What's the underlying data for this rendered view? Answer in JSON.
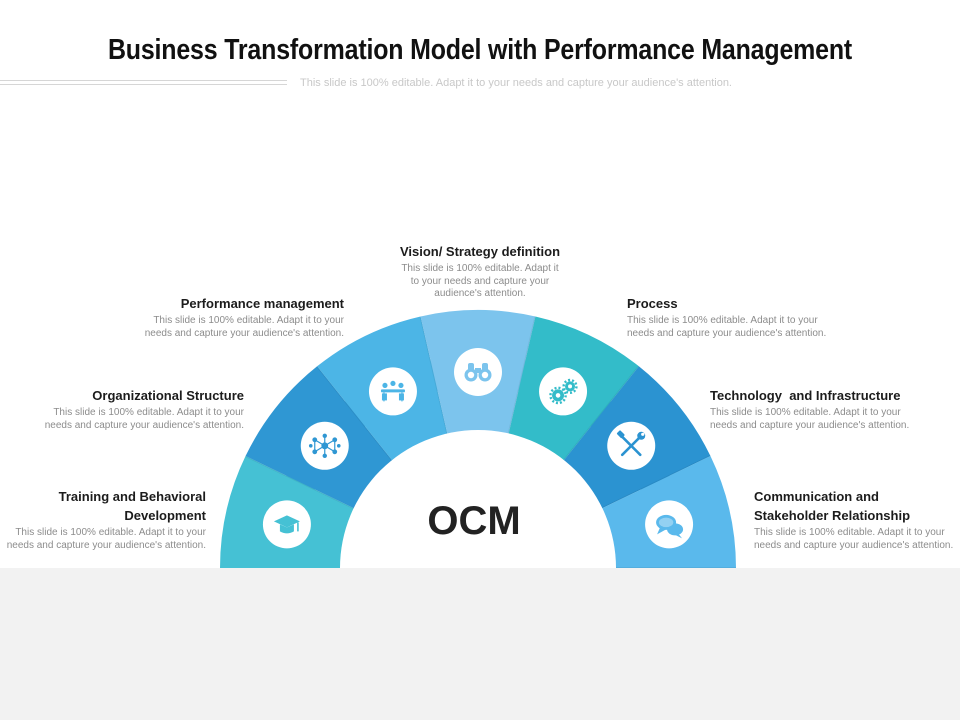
{
  "slide": {
    "title": "Business Transformation Model with Performance Management",
    "subtitle": "This slide is 100% editable. Adapt it to your needs and capture your audience's attention."
  },
  "center": {
    "label": "OCM"
  },
  "segments": [
    {
      "id": "training",
      "title_lines": [
        "Training and Behavioral",
        "Development"
      ],
      "desc_lines": [
        "This slide is 100% editable. Adapt it to your",
        "needs and capture your audience's attention."
      ],
      "color": "#45c1d4",
      "icon": "graduation-cap-icon"
    },
    {
      "id": "organizational",
      "title_lines": [
        "Organizational Structure"
      ],
      "desc_lines": [
        "This slide is 100% editable. Adapt it to your",
        "needs and capture your audience's attention."
      ],
      "color": "#2f97d3",
      "icon": "network-icon"
    },
    {
      "id": "performance",
      "title_lines": [
        "Performance management"
      ],
      "desc_lines": [
        "This slide is 100% editable. Adapt it to your",
        "needs and capture your audience's attention."
      ],
      "color": "#4cb5e6",
      "icon": "meeting-icon"
    },
    {
      "id": "vision",
      "title_lines": [
        "Vision/ Strategy definition"
      ],
      "desc_lines": [
        "This slide is 100% editable. Adapt it",
        "to your needs and capture your",
        "audience's attention."
      ],
      "color": "#7cc4ed",
      "icon": "binoculars-icon"
    },
    {
      "id": "process",
      "title_lines": [
        "Process"
      ],
      "desc_lines": [
        "This slide is 100% editable. Adapt it to your",
        "needs and capture your audience's attention."
      ],
      "color": "#33bcc9",
      "icon": "gears-icon"
    },
    {
      "id": "technology",
      "title_lines": [
        "Technology  and Infrastructure"
      ],
      "desc_lines": [
        "This slide is 100% editable. Adapt it to your",
        "needs and capture your audience's attention."
      ],
      "color": "#2b93d1",
      "icon": "tools-icon"
    },
    {
      "id": "communication",
      "title_lines": [
        "Communication and",
        "Stakeholder Relationship"
      ],
      "desc_lines": [
        "This slide is 100% editable. Adapt it to your",
        "needs and capture your audience's attention."
      ],
      "color": "#5ab9ec",
      "icon": "chat-bubbles-icon"
    }
  ]
}
